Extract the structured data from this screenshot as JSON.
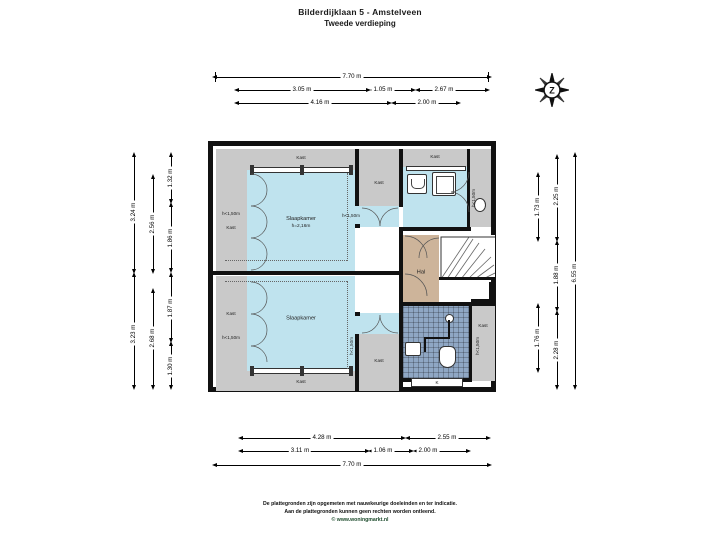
{
  "header": {
    "title": "Bilderdijklaan 5 - Amstelveen",
    "subtitle": "Tweede verdieping"
  },
  "compass": {
    "label": "Z",
    "name": "compass-rose"
  },
  "dimensions": {
    "top": [
      {
        "value": "7.70 m",
        "row": 1
      },
      {
        "value": "3.05 m",
        "row": 2
      },
      {
        "value": "1.05 m",
        "row": 2
      },
      {
        "value": "2.67 m",
        "row": 2
      },
      {
        "value": "4.16 m",
        "row": 3
      },
      {
        "value": "2.00 m",
        "row": 3
      }
    ],
    "bottom": [
      {
        "value": "4.28 m",
        "row": 1
      },
      {
        "value": "2.55 m",
        "row": 1
      },
      {
        "value": "3.11 m",
        "row": 2
      },
      {
        "value": "1.06 m",
        "row": 2
      },
      {
        "value": "2.00 m",
        "row": 2
      },
      {
        "value": "7.70 m",
        "row": 3
      }
    ],
    "left": [
      {
        "value": "3.24 m",
        "col": 1
      },
      {
        "value": "3.23 m",
        "col": 1
      },
      {
        "value": "2.56 m",
        "col": 2
      },
      {
        "value": "2.68 m",
        "col": 2
      },
      {
        "value": "1.32 m",
        "col": 3
      },
      {
        "value": "1.86 m",
        "col": 3
      },
      {
        "value": "1.87 m",
        "col": 3
      },
      {
        "value": "1.30 m",
        "col": 3
      }
    ],
    "right": [
      {
        "value": "1.73 m",
        "col": 1
      },
      {
        "value": "1.76 m",
        "col": 1
      },
      {
        "value": "2.25 m",
        "col": 2
      },
      {
        "value": "1.88 m",
        "col": 2
      },
      {
        "value": "2.28 m",
        "col": 2
      },
      {
        "value": "6.55 m",
        "col": 3
      }
    ]
  },
  "rooms": {
    "bedroom_top": {
      "name": "Slaapkamer",
      "height_note": "h=2,16m"
    },
    "bedroom_bottom": {
      "name": "Slaapkamer"
    },
    "hall": {
      "name": "Hal"
    },
    "closets": [
      "Kast",
      "Kast",
      "Kast",
      "Kast",
      "Kast",
      "Kast",
      "Kast",
      "Kast"
    ],
    "bathroom_label": "K",
    "height_notes": [
      "h<1,50m",
      "h<1,50m",
      "h<1,50m",
      "h<1,50m",
      "h<1,50m",
      "h<1,50m",
      "h<1,50m"
    ]
  },
  "footer": {
    "line1": "De plattegronden zijn opgemeten met nauwkeurige doeleinden en ter indicatie.",
    "line2": "Aan de plattegronden kunnen geen rechten worden ontleend.",
    "line3": "© www.woningmarkt.nl"
  },
  "colors": {
    "bedroom": "#bfe3ee",
    "closet": "#c9c9c9",
    "hall": "#cdb49a",
    "bathroom_tile": "#8fa7c4",
    "wall": "#111111",
    "compass_text": "#111111"
  }
}
